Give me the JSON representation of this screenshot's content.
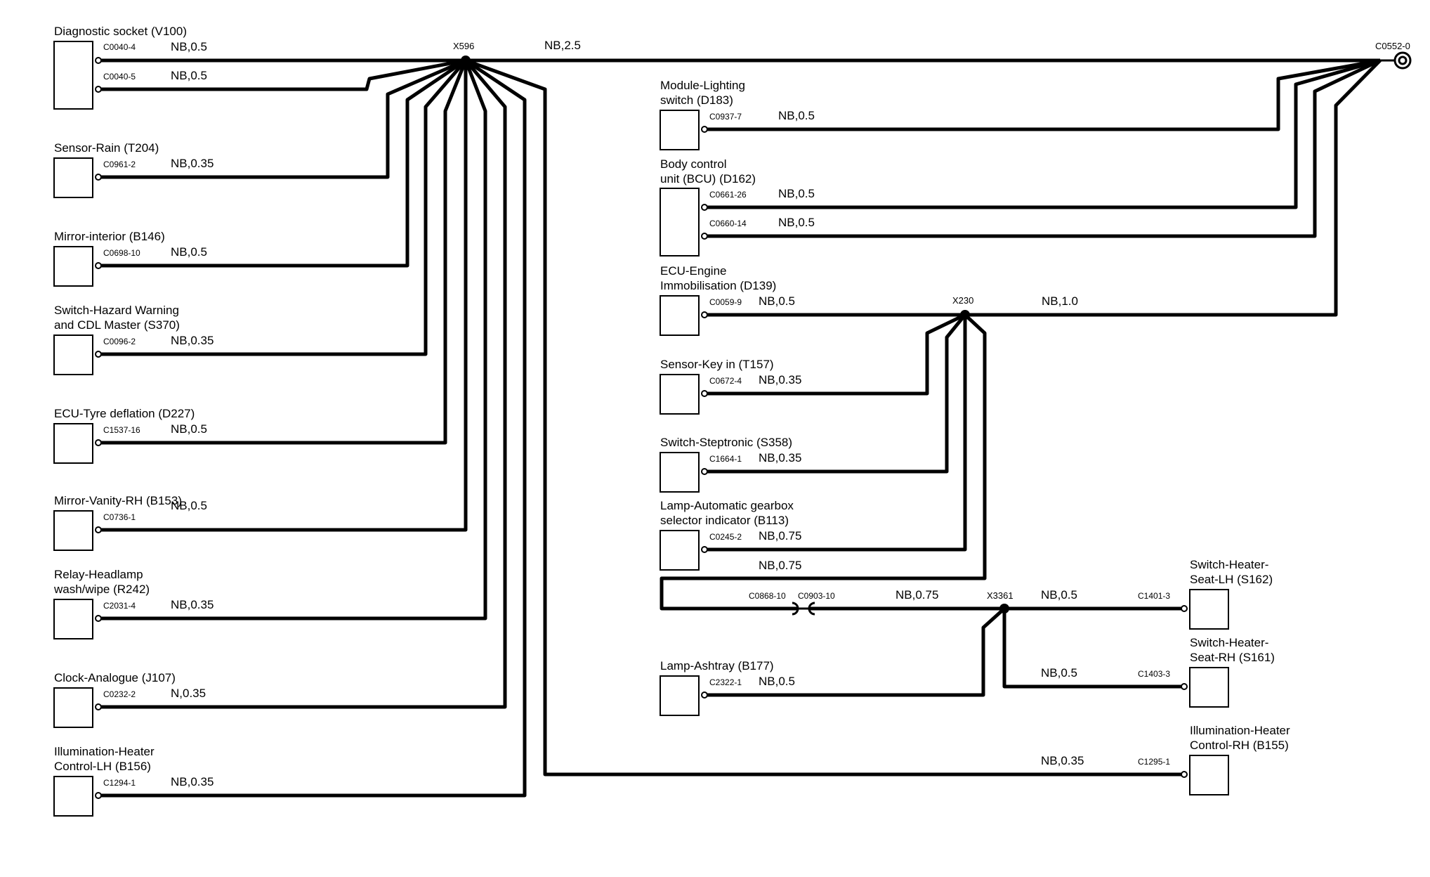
{
  "components": {
    "v100": {
      "label_lines": [
        "Diagnostic socket (V100)"
      ],
      "pins": [
        "C0040-4",
        "C0040-5"
      ],
      "wires": [
        "NB,0.5",
        "NB,0.5"
      ]
    },
    "t204": {
      "label_lines": [
        "Sensor-Rain (T204)"
      ],
      "pin": "C0961-2",
      "wire": "NB,0.35"
    },
    "b146": {
      "label_lines": [
        "Mirror-interior (B146)"
      ],
      "pin": "C0698-10",
      "wire": "NB,0.5"
    },
    "s370": {
      "label_lines": [
        "Switch-Hazard Warning",
        "and CDL Master (S370)"
      ],
      "pin": "C0096-2",
      "wire": "NB,0.35"
    },
    "d227": {
      "label_lines": [
        "ECU-Tyre deflation (D227)"
      ],
      "pin": "C1537-16",
      "wire": "NB,0.5"
    },
    "b153": {
      "label_lines": [
        "Mirror-Vanity-RH (B153)"
      ],
      "pin": "C0736-1",
      "wire": "NB,0.5"
    },
    "r242": {
      "label_lines": [
        "Relay-Headlamp",
        "wash/wipe (R242)"
      ],
      "pin": "C2031-4",
      "wire": "NB,0.35"
    },
    "j107": {
      "label_lines": [
        "Clock-Analogue (J107)"
      ],
      "pin": "C0232-2",
      "wire": "N,0.35"
    },
    "b156": {
      "label_lines": [
        "Illumination-Heater",
        "Control-LH (B156)"
      ],
      "pin": "C1294-1",
      "wire": "NB,0.35"
    },
    "d183": {
      "label_lines": [
        "Module-Lighting",
        "switch (D183)"
      ],
      "pin": "C0937-7",
      "wire": "NB,0.5"
    },
    "d162": {
      "label_lines": [
        "Body control",
        "unit (BCU) (D162)"
      ],
      "pins": [
        "C0661-26",
        "C0660-14"
      ],
      "wires": [
        "NB,0.5",
        "NB,0.5"
      ]
    },
    "d139": {
      "label_lines": [
        "ECU-Engine",
        "Immobilisation (D139)"
      ],
      "pin": "C0059-9",
      "wire": "NB,0.5"
    },
    "t157": {
      "label_lines": [
        "Sensor-Key in (T157)"
      ],
      "pin": "C0672-4",
      "wire": "NB,0.35"
    },
    "s358": {
      "label_lines": [
        "Switch-Steptronic (S358)"
      ],
      "pin": "C1664-1",
      "wire": "NB,0.35"
    },
    "b113": {
      "label_lines": [
        "Lamp-Automatic gearbox",
        "selector indicator (B113)"
      ],
      "pin": "C0245-2",
      "wire": "NB,0.75"
    },
    "b177": {
      "label_lines": [
        "Lamp-Ashtray (B177)"
      ],
      "pin": "C2322-1",
      "wire": "NB,0.5"
    },
    "s162": {
      "label_lines": [
        "Switch-Heater-",
        "Seat-LH (S162)"
      ],
      "pin": "C1401-3",
      "wire": "NB,0.5"
    },
    "s161": {
      "label_lines": [
        "Switch-Heater-",
        "Seat-RH (S161)"
      ],
      "pin": "C1403-3",
      "wire": "NB,0.5"
    },
    "b155": {
      "label_lines": [
        "Illumination-Heater",
        "Control-RH (B155)"
      ],
      "pin": "C1295-1",
      "wire": "NB,0.35"
    }
  },
  "splices": {
    "x596": "X596",
    "x230": "X230",
    "x3361": "X3361"
  },
  "ground": {
    "label": "C0552-0"
  },
  "main_wires": {
    "x596_ground": "NB,2.5",
    "x230_ground": "NB,1.0",
    "b113_loop": "NB,0.75",
    "inline_to_x3361": "NB,0.75"
  },
  "inline_connector": {
    "left": "C0868-10",
    "right": "C0903-10"
  }
}
